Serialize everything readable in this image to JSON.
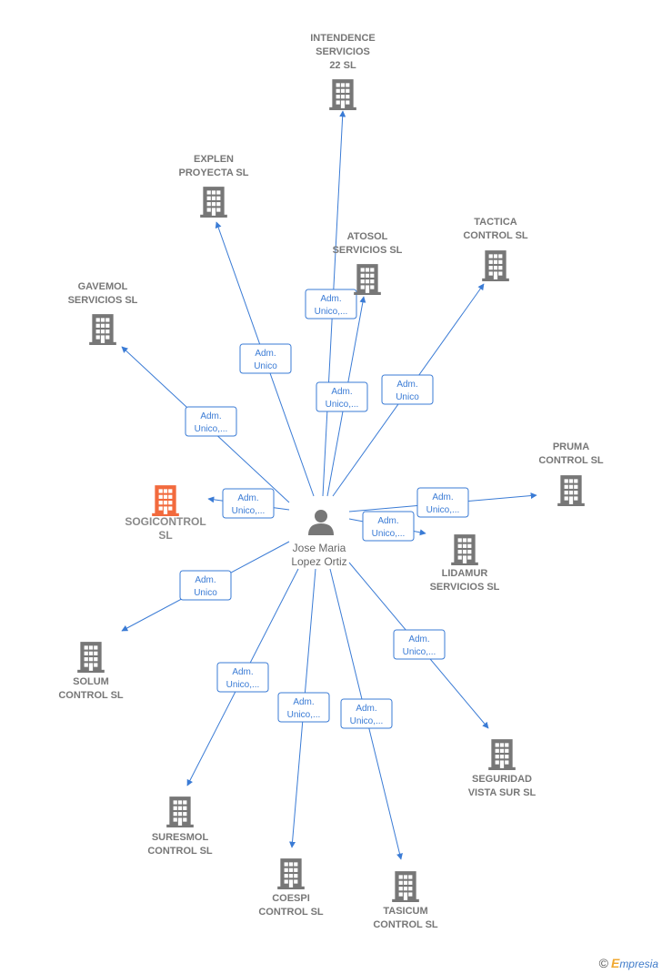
{
  "colors": {
    "edge": "#3a7bd5",
    "building": "#777777",
    "highlight": "#f26a3d",
    "person": "#777777"
  },
  "person": {
    "name_line1": "Jose Maria",
    "name_line2": "Lopez Ortiz"
  },
  "companies": [
    {
      "id": "sogicontrol",
      "lines": [
        "SOGICONTROL",
        "SL"
      ],
      "highlight": true
    },
    {
      "id": "intendence",
      "lines": [
        "INTENDENCE",
        "SERVICIOS",
        "22  SL"
      ]
    },
    {
      "id": "explen",
      "lines": [
        "EXPLEN",
        "PROYECTA SL"
      ]
    },
    {
      "id": "atosol",
      "lines": [
        "ATOSOL",
        "SERVICIOS  SL"
      ]
    },
    {
      "id": "tactica",
      "lines": [
        "TACTICA",
        "CONTROL SL"
      ]
    },
    {
      "id": "gavemol",
      "lines": [
        "GAVEMOL",
        "SERVICIOS  SL"
      ]
    },
    {
      "id": "pruma",
      "lines": [
        "PRUMA",
        "CONTROL  SL"
      ]
    },
    {
      "id": "lidamur",
      "lines": [
        "LIDAMUR",
        "SERVICIOS  SL"
      ]
    },
    {
      "id": "solum",
      "lines": [
        "SOLUM",
        "CONTROL SL"
      ]
    },
    {
      "id": "seguridad",
      "lines": [
        "SEGURIDAD",
        "VISTA SUR  SL"
      ]
    },
    {
      "id": "suresmol",
      "lines": [
        "SURESMOL",
        "CONTROL  SL"
      ]
    },
    {
      "id": "coespi",
      "lines": [
        "COESPI",
        "CONTROL  SL"
      ]
    },
    {
      "id": "tasicum",
      "lines": [
        "TASICUM",
        "CONTROL  SL"
      ]
    }
  ],
  "edges": [
    {
      "target": "intendence",
      "lines": [
        "Adm.",
        "Unico,..."
      ]
    },
    {
      "target": "explen",
      "lines": [
        "Adm.",
        "Unico"
      ]
    },
    {
      "target": "atosol",
      "lines": [
        "Adm.",
        "Unico,..."
      ]
    },
    {
      "target": "tactica",
      "lines": [
        "Adm.",
        "Unico"
      ]
    },
    {
      "target": "gavemol",
      "lines": [
        "Adm.",
        "Unico,..."
      ]
    },
    {
      "target": "sogicontrol",
      "lines": [
        "Adm.",
        "Unico,..."
      ]
    },
    {
      "target": "pruma",
      "lines": [
        "Adm.",
        "Unico,..."
      ]
    },
    {
      "target": "lidamur",
      "lines": [
        "Adm.",
        "Unico,..."
      ]
    },
    {
      "target": "solum",
      "lines": [
        "Adm.",
        "Unico"
      ]
    },
    {
      "target": "seguridad",
      "lines": [
        "Adm.",
        "Unico,..."
      ]
    },
    {
      "target": "suresmol",
      "lines": [
        "Adm.",
        "Unico,..."
      ]
    },
    {
      "target": "coespi",
      "lines": [
        "Adm.",
        "Unico,..."
      ]
    },
    {
      "target": "tasicum",
      "lines": [
        "Adm.",
        "Unico,..."
      ]
    }
  ],
  "brand": {
    "copyright": "©",
    "initial": "E",
    "rest": "mpresia"
  }
}
